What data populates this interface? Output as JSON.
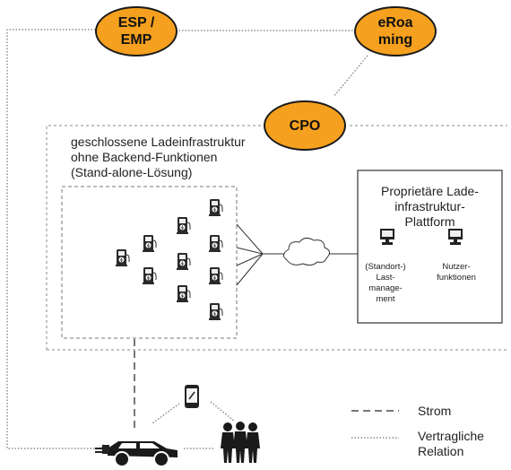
{
  "nodes": {
    "esp_emp": "ESP /\nEMP",
    "eroaming": "eRoa\nming",
    "cpo": "CPO"
  },
  "infrastructure": {
    "label": "geschlossene Ladeinfrastruktur\nohne Backend-Funktionen\n(Stand-alone-Lösung)"
  },
  "platform": {
    "title": "Proprietäre Lade-\ninfrastruktur-\nPlattform",
    "left_label": "(Standort-)\nLast-\nmanage-\nment",
    "right_label": "Nutzer-\nfunktionen"
  },
  "legend": {
    "strom": "Strom",
    "vertragliche": "Vertragliche\nRelation"
  },
  "colors": {
    "node_fill": "#f5a01e",
    "line": "#444444"
  },
  "icons": [
    "charging-station-icon",
    "computer-icon",
    "cloud-icon",
    "smartphone-icon",
    "car-icon",
    "people-icon"
  ]
}
